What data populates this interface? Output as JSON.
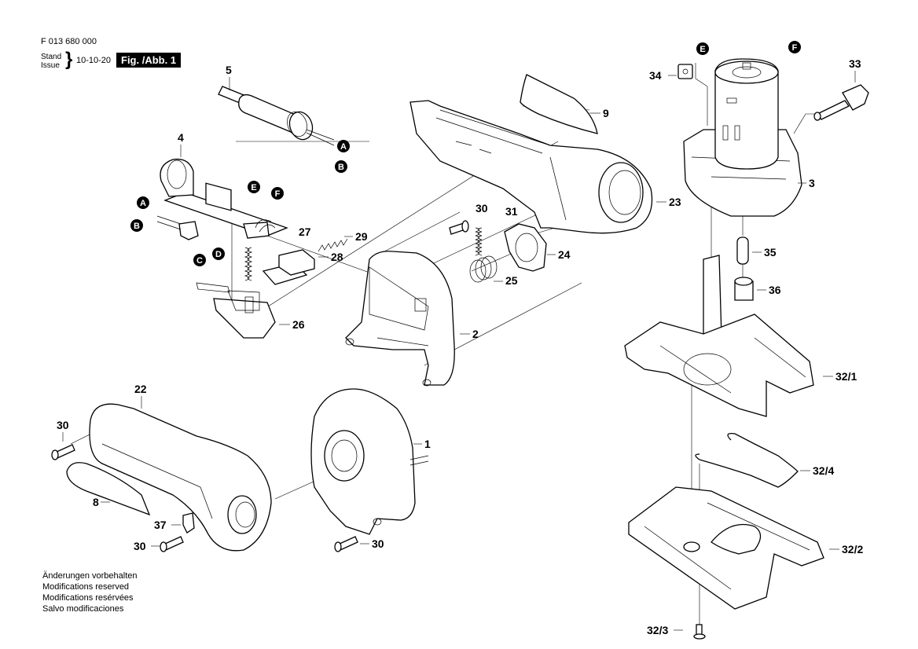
{
  "header": {
    "document_number": "F 013 680 000",
    "stand_label": "Stand",
    "issue_label": "Issue",
    "brace": "}",
    "date": "10-10-20",
    "figure_label": "Fig. /Abb. 1"
  },
  "footer": {
    "lines": [
      "Änderungen vorbehalten",
      "Modifications reserved",
      "Modifications resérvées",
      "Salvo modificaciones"
    ]
  },
  "part_labels": {
    "p1": "1",
    "p2": "2",
    "p3": "3",
    "p4": "4",
    "p5": "5",
    "p8": "8",
    "p9": "9",
    "p22": "22",
    "p23": "23",
    "p24": "24",
    "p25": "25",
    "p26": "26",
    "p27": "27",
    "p28": "28",
    "p29": "29",
    "p30a": "30",
    "p30b": "30",
    "p30c": "30",
    "p30d": "30",
    "p31": "31",
    "p32_1": "32/1",
    "p32_2": "32/2",
    "p32_3": "32/3",
    "p32_4": "32/4",
    "p33": "33",
    "p34": "34",
    "p35": "35",
    "p36": "36",
    "p37": "37"
  },
  "connection_markers": {
    "cable_a": "A",
    "cable_b": "B",
    "board_a": "A",
    "board_b": "B",
    "board_c": "C",
    "board_d": "D",
    "board_e": "E",
    "board_f": "F",
    "motor_e": "E",
    "motor_f": "F"
  }
}
